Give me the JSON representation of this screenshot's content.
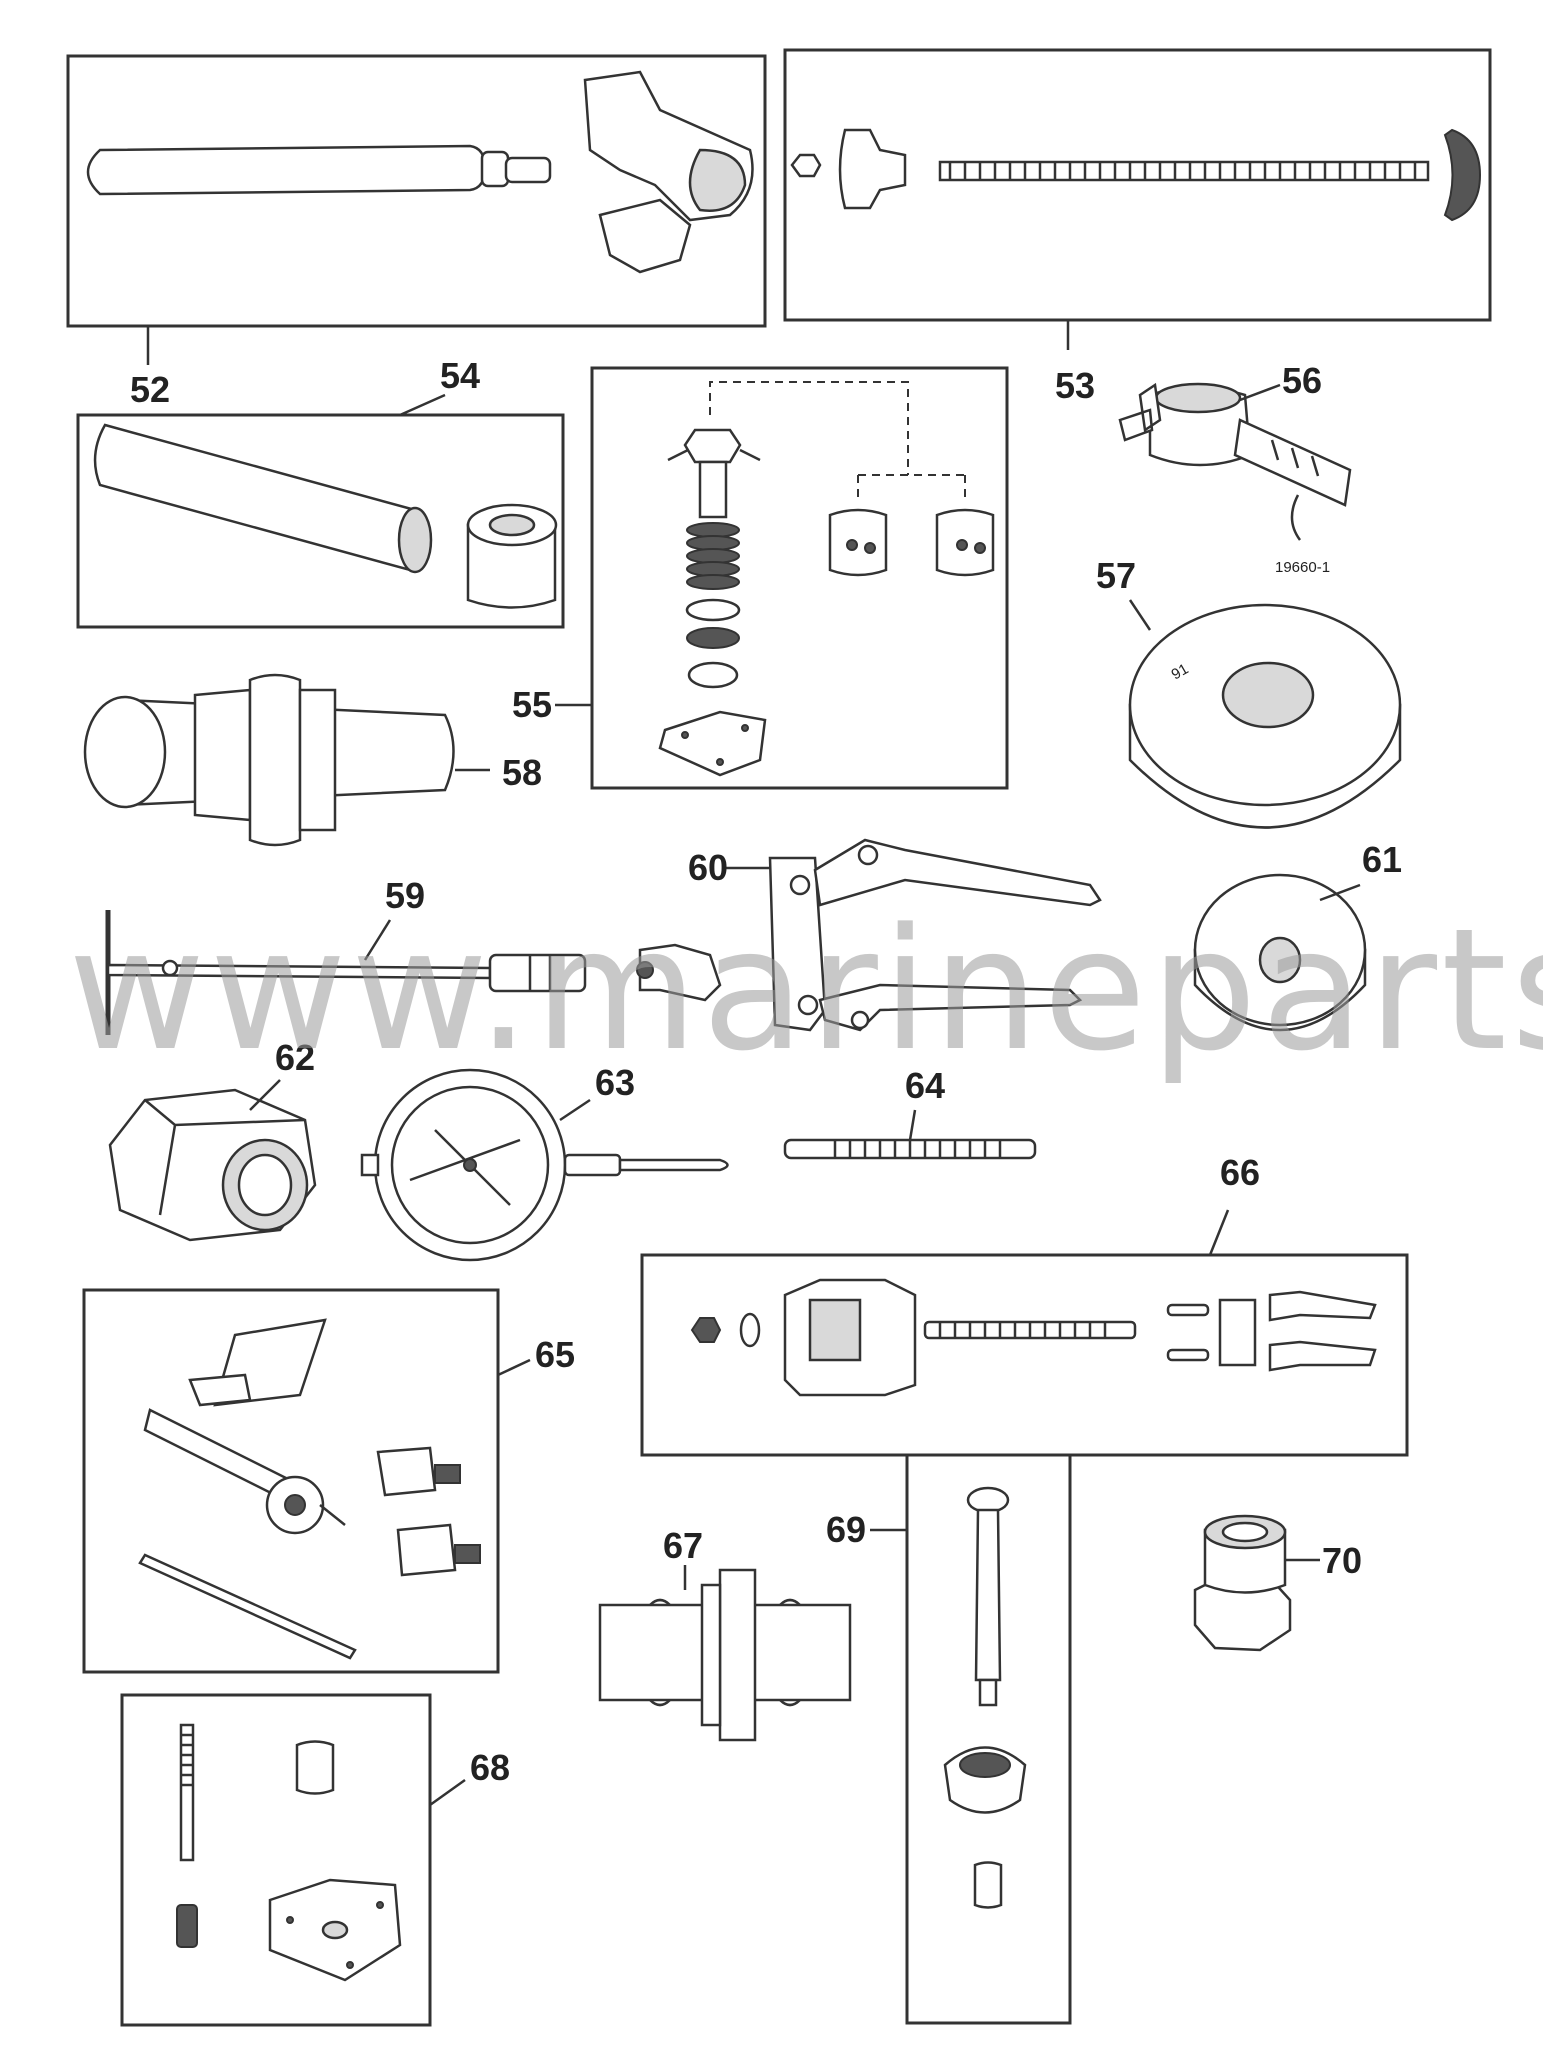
{
  "callouts": {
    "c52": "52",
    "c53": "53",
    "c54": "54",
    "c55": "55",
    "c56": "56",
    "c57": "57",
    "c58": "58",
    "c59": "59",
    "c60": "60",
    "c61": "61",
    "c62": "62",
    "c63": "63",
    "c64": "64",
    "c65": "65",
    "c66": "66",
    "c67": "67",
    "c68": "68",
    "c69": "69",
    "c70": "70"
  },
  "tool_stamp_56": "19660-1",
  "watermark": "www.marineparts.eu"
}
